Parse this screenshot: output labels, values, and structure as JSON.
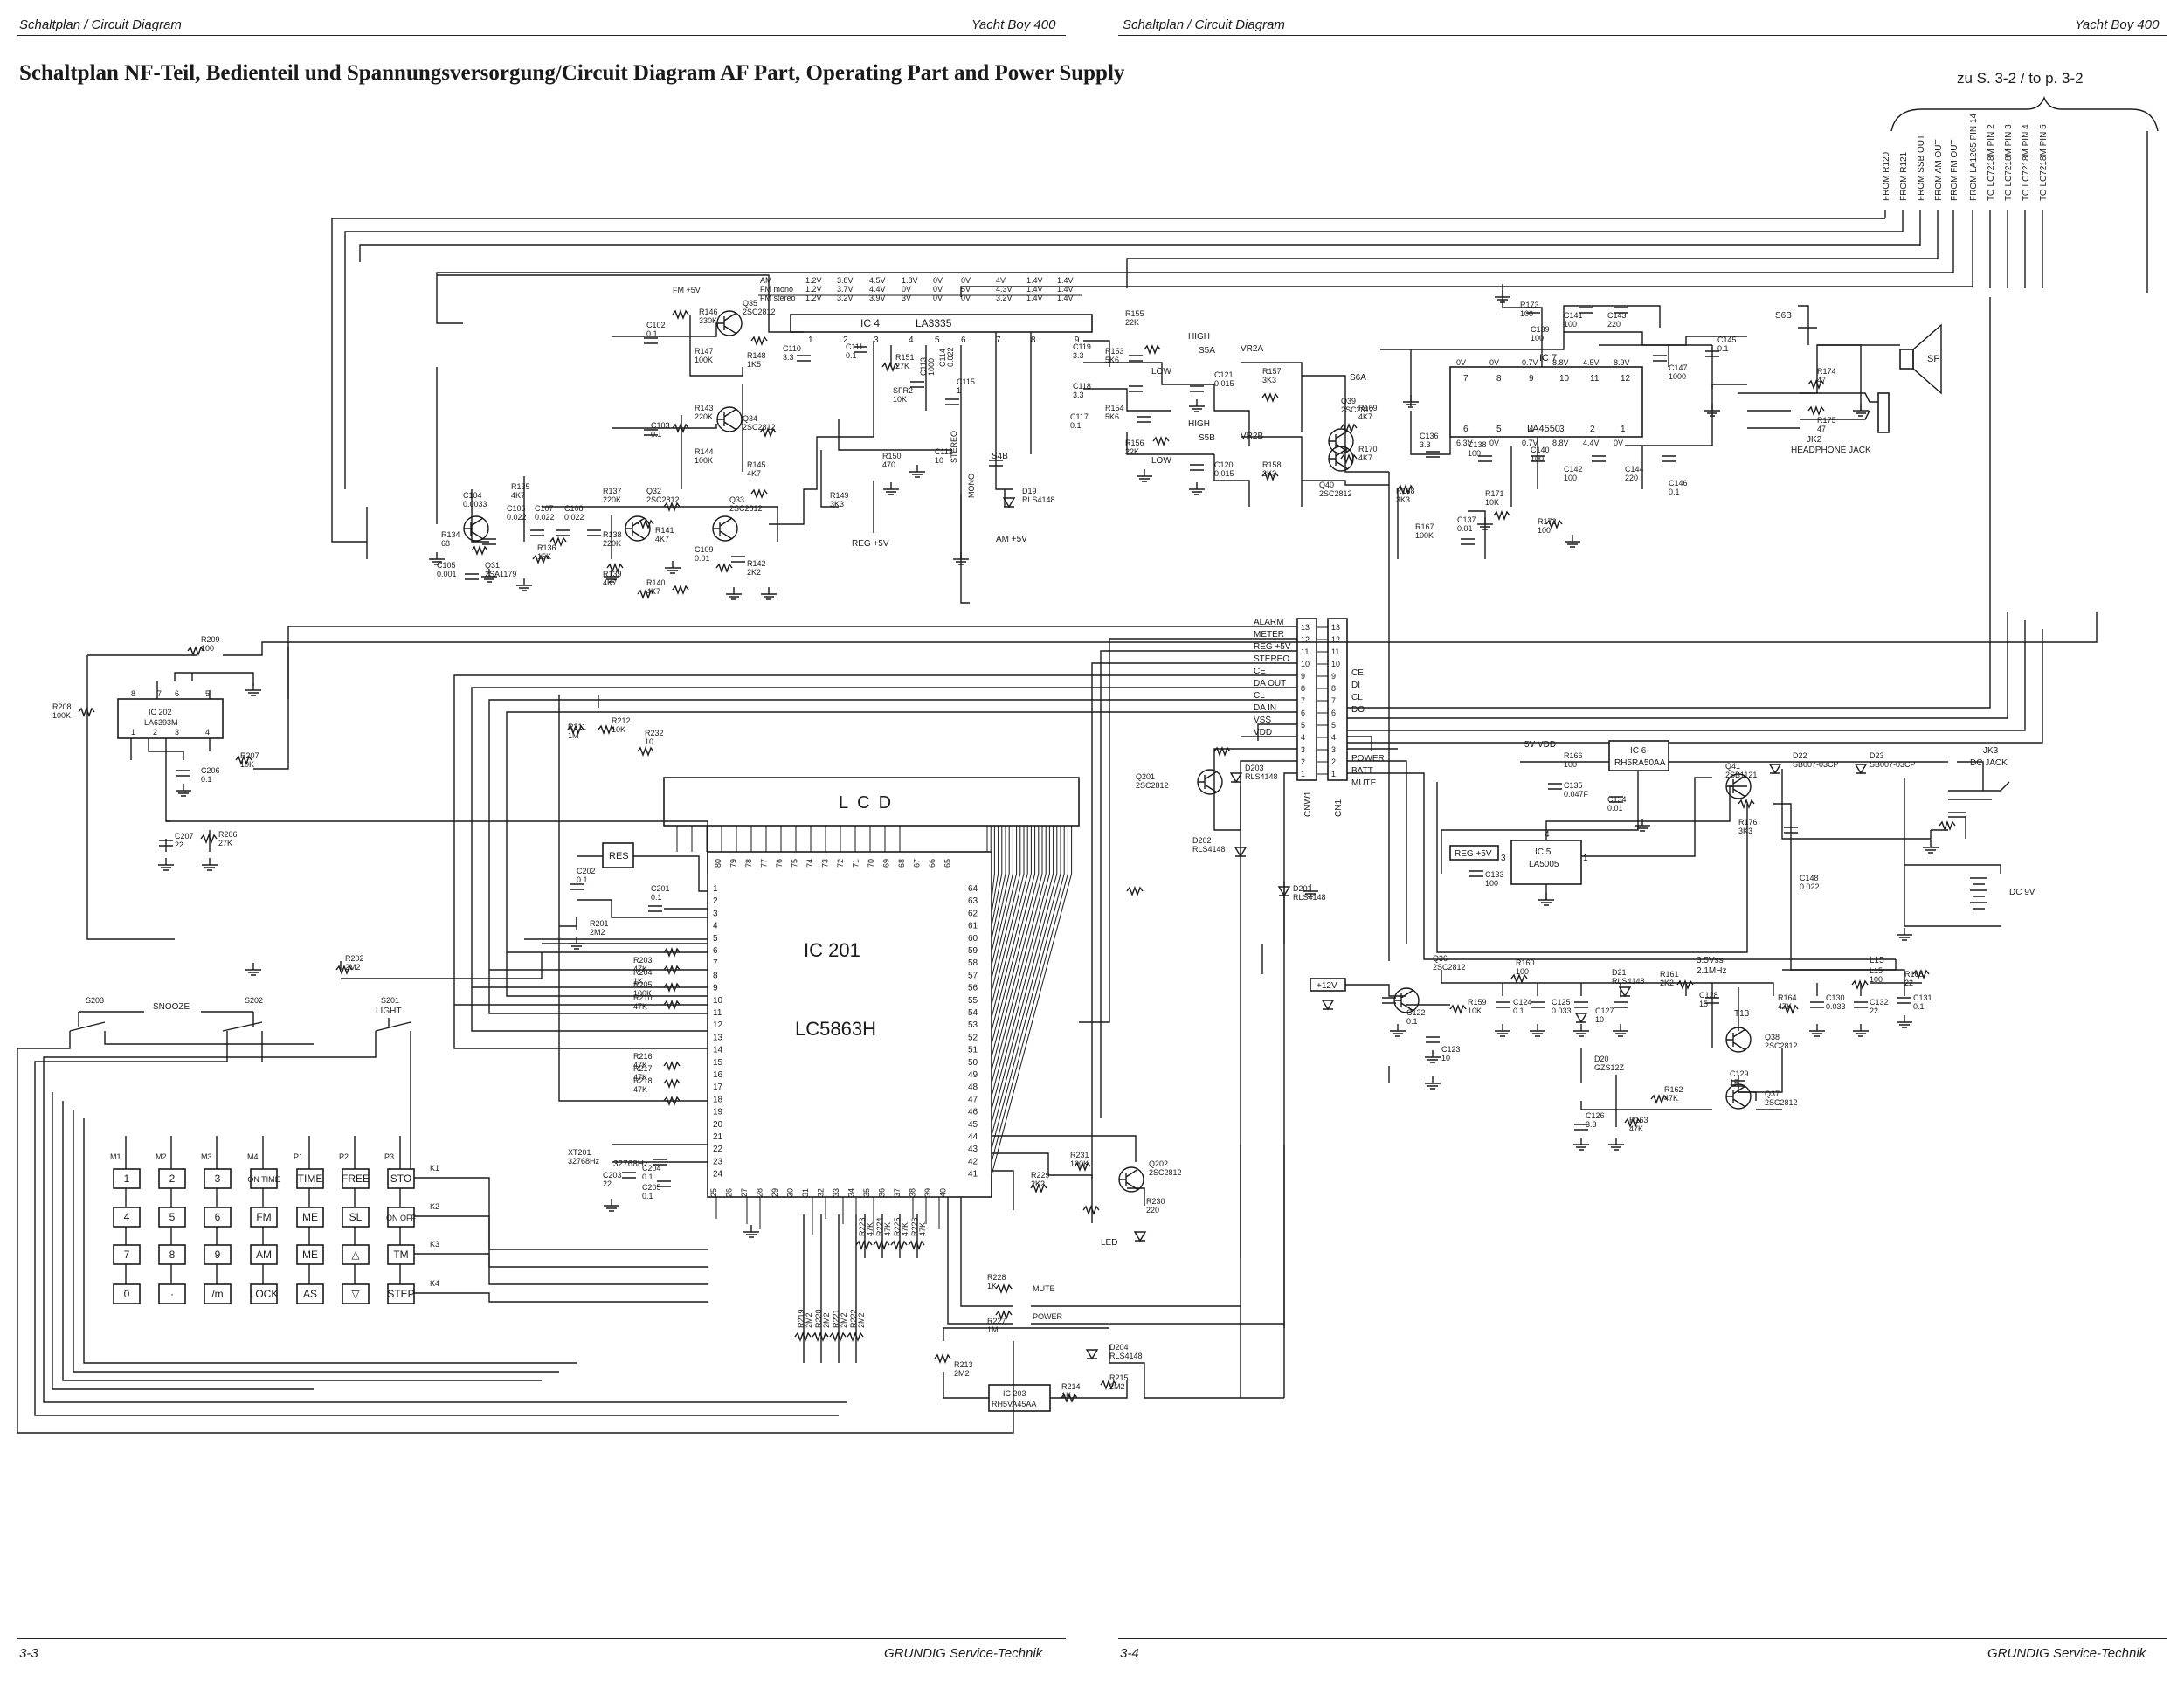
{
  "header": {
    "left_title": "Schaltplan / Circuit Diagram",
    "left_model": "Yacht Boy 400",
    "right_title": "Schaltplan / Circuit Diagram",
    "right_model": "Yacht Boy 400"
  },
  "title": "Schaltplan NF-Teil, Bedienteil und Spannungsversorgung/Circuit Diagram AF Part, Operating Part and Power Supply",
  "page_ref": "zu S. 3-2 / to p. 3-2",
  "footer": {
    "left_page": "3-3",
    "left_brand": "GRUNDIG Service-Technik",
    "right_page": "3-4",
    "right_brand": "GRUNDIG Service-Technik"
  },
  "rotated_refs": [
    "FROM R120",
    "FROM R121",
    "FROM SSB OUT",
    "FROM AM OUT",
    "FROM FM OUT",
    "FROM LA1265 PIN 14",
    "TO LC7218M PIN 2",
    "TO LC7218M PIN 3",
    "TO LC7218M PIN 4",
    "TO LC7218M PIN 5"
  ],
  "ic4": {
    "name": "IC 4",
    "part": "LA3335",
    "row_labels": [
      "AM",
      "FM mono",
      "FM stereo"
    ],
    "voltages": [
      [
        "1.2V",
        "3.8V",
        "4.5V",
        "1.8V",
        "0V",
        "0V",
        "4V",
        "1.4V",
        "1.4V"
      ],
      [
        "1.2V",
        "3.7V",
        "4.4V",
        "0V",
        "0V",
        "5V",
        "4.3V",
        "1.4V",
        "1.4V"
      ],
      [
        "1.2V",
        "3.2V",
        "3.9V",
        "3V",
        "0V",
        "0V",
        "3.2V",
        "1.4V",
        "1.4V"
      ]
    ],
    "pins": [
      "1",
      "2",
      "3",
      "4",
      "5",
      "6",
      "7",
      "8",
      "9"
    ]
  },
  "ic7": {
    "name": "IC 7",
    "part": "LA4550",
    "top_pins": [
      "7",
      "8",
      "9",
      "10",
      "11",
      "12"
    ],
    "bottom_pins": [
      "6",
      "5",
      "4",
      "3",
      "2",
      "1"
    ],
    "top_volts": [
      "0V",
      "0V",
      "0.7V",
      "8.8V",
      "4.5V",
      "8.9V"
    ],
    "bottom_volts": [
      "6.3V",
      "0V",
      "0.7V",
      "8.8V",
      "4.4V",
      "0V"
    ]
  },
  "ic201": {
    "name": "IC 201",
    "part": "LC5863H",
    "left_pins": [
      "1",
      "2",
      "3",
      "4",
      "5",
      "6",
      "7",
      "8",
      "9",
      "10",
      "11",
      "12",
      "13",
      "14",
      "15",
      "16",
      "17",
      "18",
      "19",
      "20",
      "21",
      "22",
      "23",
      "24"
    ],
    "right_pins": [
      "64",
      "63",
      "62",
      "61",
      "60",
      "59",
      "58",
      "57",
      "56",
      "55",
      "54",
      "53",
      "52",
      "51",
      "50",
      "49",
      "48",
      "47",
      "46",
      "45",
      "44",
      "43",
      "42",
      "41"
    ],
    "top_pins": [
      "80",
      "79",
      "78",
      "77",
      "76",
      "75",
      "74",
      "73",
      "72",
      "71",
      "70",
      "69",
      "68",
      "67",
      "66",
      "65"
    ],
    "bottom_pins": [
      "25",
      "26",
      "27",
      "28",
      "29",
      "30",
      "31",
      "32",
      "33",
      "34",
      "35",
      "36",
      "37",
      "38",
      "39",
      "40"
    ]
  },
  "lcd_label": "LCD",
  "res_label": "RES",
  "ic202": {
    "name": "IC 202",
    "part": "LA6393M",
    "top_pins": [
      "8",
      "7",
      "6",
      "5"
    ],
    "bottom_pins": [
      "1",
      "2",
      "3",
      "4"
    ]
  },
  "ic203": {
    "name": "IC 203",
    "part": "RH5VA45AA"
  },
  "ic5": {
    "name": "IC 5",
    "part": "LA5005",
    "pins": [
      "3",
      "4",
      "1"
    ]
  },
  "ic6": {
    "name": "IC 6",
    "part": "RH5RA50AA"
  },
  "connector": {
    "cn1_label": "CN1",
    "cnw1_label": "CNW1",
    "pins": [
      "13",
      "12",
      "11",
      "10",
      "9",
      "8",
      "7",
      "6",
      "5",
      "4",
      "3",
      "2",
      "1"
    ],
    "left_signals": [
      "ALARM",
      "METER",
      "REG +5V",
      "STEREO",
      "CE",
      "DA OUT",
      "CL",
      "DA IN",
      "VSS",
      "VDD"
    ],
    "right_signals": [
      "CE",
      "DI",
      "CL",
      "DO",
      "POWER",
      "BATT",
      "MUTE"
    ]
  },
  "rail_labels": {
    "fm5v": "FM +5V",
    "reg5v": "REG +5V",
    "am5v": "AM +5V",
    "reg5v_box": "REG +5V",
    "v12": "+12V",
    "vdd": "5V  VDD",
    "dc9v": "DC 9V",
    "osc": "3.5Vss",
    "freq": "2.1MHz"
  },
  "switches": {
    "high": "HIGH",
    "low": "LOW",
    "s5a": "S5A",
    "s5b": "S5B",
    "s6a": "S6A",
    "s6b": "S6B",
    "s4b": "S4B",
    "vr2a": "VR2A",
    "vr2b": "VR2B",
    "snooze": "SNOOZE",
    "light": "LIGHT",
    "s203": "S203",
    "s202": "S202",
    "s201": "S201"
  },
  "jacks": {
    "sp": "SP",
    "jk2": "JK2",
    "jk2_name": "HEADPHONE JACK",
    "jk3": "JK3",
    "jk3_name": "DC JACK"
  },
  "keypad": {
    "col_labels": [
      "M1",
      "M2",
      "M3",
      "M4",
      "P1",
      "P2",
      "P3"
    ],
    "row_labels": [
      "K1",
      "K2",
      "K3",
      "K4"
    ],
    "rows": [
      [
        "1",
        "2",
        "3",
        "ON TIME",
        "TIME",
        "FREE",
        "STO"
      ],
      [
        "4",
        "5",
        "6",
        "FM",
        "ME",
        "SL",
        "ON OFF"
      ],
      [
        "7",
        "8",
        "9",
        "AM",
        "ME",
        "△",
        "TM"
      ],
      [
        "0",
        "·",
        "/m",
        "LOCK",
        "AS",
        "▽",
        "STEP"
      ]
    ]
  },
  "aux_labels": {
    "mute": "MUTE",
    "power": "POWER",
    "stereo": "STEREO",
    "mono": "MONO",
    "led": "LED",
    "xtal": "32768Hz",
    "t13": "T13",
    "l15": "L15"
  },
  "components": [
    {
      "id": "c102",
      "ref": "C102",
      "val": "0.1"
    },
    {
      "id": "r146",
      "ref": "R146",
      "val": "330K"
    },
    {
      "id": "q35",
      "ref": "Q35",
      "val": "2SC2812"
    },
    {
      "id": "r147",
      "ref": "R147",
      "val": "100K"
    },
    {
      "id": "r148",
      "ref": "R148",
      "val": "1K5"
    },
    {
      "id": "c110",
      "ref": "C110",
      "val": "3.3"
    },
    {
      "id": "c111",
      "ref": "C111",
      "val": "0.1"
    },
    {
      "id": "r151",
      "ref": "R151",
      "val": "27K"
    },
    {
      "id": "vr1",
      "ref": "SFR2",
      "val": "10K"
    },
    {
      "id": "c113",
      "ref": "C113",
      "val": "1000"
    },
    {
      "id": "c114",
      "ref": "C114",
      "val": "0.022"
    },
    {
      "id": "c115",
      "ref": "C115",
      "val": "1"
    },
    {
      "id": "c103",
      "ref": "C103",
      "val": "0.1"
    },
    {
      "id": "r143",
      "ref": "R143",
      "val": "220K"
    },
    {
      "id": "q34",
      "ref": "Q34",
      "val": "2SC2812"
    },
    {
      "id": "r144",
      "ref": "R144",
      "val": "100K"
    },
    {
      "id": "r145",
      "ref": "R145",
      "val": "4K7"
    },
    {
      "id": "r150",
      "ref": "R150",
      "val": "470"
    },
    {
      "id": "c112",
      "ref": "C112",
      "val": "10"
    },
    {
      "id": "d19",
      "ref": "D19",
      "val": "RLS4148"
    },
    {
      "id": "r135",
      "ref": "R135",
      "val": "4K7"
    },
    {
      "id": "c104",
      "ref": "C104",
      "val": "0.0033"
    },
    {
      "id": "c106",
      "ref": "C106",
      "val": "0.022"
    },
    {
      "id": "c107",
      "ref": "C107",
      "val": "0.022"
    },
    {
      "id": "c108",
      "ref": "C108",
      "val": "0.022"
    },
    {
      "id": "r137",
      "ref": "R137",
      "val": "220K"
    },
    {
      "id": "q32",
      "ref": "Q32",
      "val": "2SC2812"
    },
    {
      "id": "r149",
      "ref": "R149",
      "val": "3K3"
    },
    {
      "id": "r134",
      "ref": "R134",
      "val": "68"
    },
    {
      "id": "q31",
      "ref": "Q31",
      "val": "2SA1179"
    },
    {
      "id": "r136",
      "ref": "R136",
      "val": "15K"
    },
    {
      "id": "r138",
      "ref": "R138",
      "val": "220K"
    },
    {
      "id": "r141",
      "ref": "R141",
      "val": "4K7"
    },
    {
      "id": "q33",
      "ref": "Q33",
      "val": "2SC2812"
    },
    {
      "id": "c105",
      "ref": "C105",
      "val": "0.001"
    },
    {
      "id": "r139",
      "ref": "R139",
      "val": "4K7"
    },
    {
      "id": "r140",
      "ref": "R140",
      "val": "4K7"
    },
    {
      "id": "c109",
      "ref": "C109",
      "val": "0.01"
    },
    {
      "id": "r142",
      "ref": "R142",
      "val": "2K2"
    },
    {
      "id": "r155",
      "ref": "R155",
      "val": "22K"
    },
    {
      "id": "c119",
      "ref": "C119",
      "val": "3.3"
    },
    {
      "id": "r153",
      "ref": "R153",
      "val": "5K6"
    },
    {
      "id": "c121",
      "ref": "C121",
      "val": "0.015"
    },
    {
      "id": "r157",
      "ref": "R157",
      "val": "3K3"
    },
    {
      "id": "c118",
      "ref": "C118",
      "val": "3.3"
    },
    {
      "id": "r154",
      "ref": "R154",
      "val": "5K6"
    },
    {
      "id": "r156",
      "ref": "R156",
      "val": "22K"
    },
    {
      "id": "c117",
      "ref": "C117",
      "val": "0.1"
    },
    {
      "id": "c120",
      "ref": "C120",
      "val": "0.015"
    },
    {
      "id": "r158",
      "ref": "R158",
      "val": "3K3"
    },
    {
      "id": "q39",
      "ref": "Q39",
      "val": "2SC2812"
    },
    {
      "id": "r169",
      "ref": "R169",
      "val": "4K7"
    },
    {
      "id": "c136",
      "ref": "C136",
      "val": "3.3"
    },
    {
      "id": "r170",
      "ref": "R170",
      "val": "4K7"
    },
    {
      "id": "q40",
      "ref": "Q40",
      "val": "2SC2812"
    },
    {
      "id": "r168",
      "ref": "R168",
      "val": "3K3"
    },
    {
      "id": "r173",
      "ref": "R173",
      "val": "100"
    },
    {
      "id": "c141",
      "ref": "C141",
      "val": "100"
    },
    {
      "id": "c143",
      "ref": "C143",
      "val": "220"
    },
    {
      "id": "c139",
      "ref": "C139",
      "val": "100"
    },
    {
      "id": "c145",
      "ref": "C145",
      "val": "0.1"
    },
    {
      "id": "c147",
      "ref": "C147",
      "val": "1000"
    },
    {
      "id": "c138",
      "ref": "C138",
      "val": "100"
    },
    {
      "id": "c140",
      "ref": "C140",
      "val": "100"
    },
    {
      "id": "c142",
      "ref": "C142",
      "val": "100"
    },
    {
      "id": "c144",
      "ref": "C144",
      "val": "220"
    },
    {
      "id": "c146",
      "ref": "C146",
      "val": "0.1"
    },
    {
      "id": "r171",
      "ref": "R171",
      "val": "10K"
    },
    {
      "id": "r172",
      "ref": "R172",
      "val": "100"
    },
    {
      "id": "r167",
      "ref": "R167",
      "val": "100K"
    },
    {
      "id": "c137",
      "ref": "C137",
      "val": "0.01"
    },
    {
      "id": "r174",
      "ref": "R174",
      "val": "47"
    },
    {
      "id": "r175",
      "ref": "R175",
      "val": "47"
    },
    {
      "id": "r209",
      "ref": "R209",
      "val": "100"
    },
    {
      "id": "r208",
      "ref": "R208",
      "val": "100K"
    },
    {
      "id": "c206",
      "ref": "C206",
      "val": "0.1"
    },
    {
      "id": "r207",
      "ref": "R207",
      "val": "10K"
    },
    {
      "id": "c207",
      "ref": "C207",
      "val": "22"
    },
    {
      "id": "r206",
      "ref": "R206",
      "val": "27K"
    },
    {
      "id": "r211",
      "ref": "R211",
      "val": "1M"
    },
    {
      "id": "r212",
      "ref": "R212",
      "val": "10K"
    },
    {
      "id": "r232",
      "ref": "R232",
      "val": "10"
    },
    {
      "id": "c202",
      "ref": "C202",
      "val": "0.1"
    },
    {
      "id": "c201",
      "ref": "C201",
      "val": "0.1"
    },
    {
      "id": "r201",
      "ref": "R201",
      "val": "2M2"
    },
    {
      "id": "r202",
      "ref": "R202",
      "val": "2M2"
    },
    {
      "id": "r203",
      "ref": "R203",
      "val": "47K"
    },
    {
      "id": "r204",
      "ref": "R204",
      "val": "1K"
    },
    {
      "id": "r205",
      "ref": "R205",
      "val": "100K"
    },
    {
      "id": "r210",
      "ref": "R210",
      "val": "47K"
    },
    {
      "id": "r216",
      "ref": "R216",
      "val": "47K"
    },
    {
      "id": "r217",
      "ref": "R217",
      "val": "47K"
    },
    {
      "id": "r218",
      "ref": "R218",
      "val": "47K"
    },
    {
      "id": "xt201",
      "ref": "XT201",
      "val": "32768Hz"
    },
    {
      "id": "c203",
      "ref": "C203",
      "val": "22"
    },
    {
      "id": "c204",
      "ref": "C204",
      "val": "0.1"
    },
    {
      "id": "c205",
      "ref": "C205",
      "val": "0.1"
    },
    {
      "id": "r231",
      "ref": "R231",
      "val": "100K"
    },
    {
      "id": "r229",
      "ref": "R229",
      "val": "2K2"
    },
    {
      "id": "q202",
      "ref": "Q202",
      "val": "2SC2812"
    },
    {
      "id": "r230",
      "ref": "R230",
      "val": "220"
    },
    {
      "id": "r228",
      "ref": "R228",
      "val": "1K"
    },
    {
      "id": "r227",
      "ref": "R227",
      "val": "1M"
    },
    {
      "id": "r213",
      "ref": "R213",
      "val": "2M2"
    },
    {
      "id": "r214",
      "ref": "R214",
      "val": "1K"
    },
    {
      "id": "d204",
      "ref": "D204",
      "val": "RLS4148"
    },
    {
      "id": "r215",
      "ref": "R215",
      "val": "2M2"
    },
    {
      "id": "q201",
      "ref": "Q201",
      "val": "2SC2812"
    },
    {
      "id": "d203",
      "ref": "D203",
      "val": "RLS4148"
    },
    {
      "id": "d202",
      "ref": "D202",
      "val": "RLS4148"
    },
    {
      "id": "d201",
      "ref": "D201",
      "val": "RLS4148"
    },
    {
      "id": "r166",
      "ref": "R166",
      "val": "100"
    },
    {
      "id": "c135",
      "ref": "C135",
      "val": "0.047F"
    },
    {
      "id": "c134",
      "ref": "C134",
      "val": "0.01"
    },
    {
      "id": "q41",
      "ref": "Q41",
      "val": "2SB1121"
    },
    {
      "id": "d22",
      "ref": "D22",
      "val": "SB007-03CP"
    },
    {
      "id": "d23",
      "ref": "D23",
      "val": "SB007-03CP"
    },
    {
      "id": "r176",
      "ref": "R176",
      "val": "3K3"
    },
    {
      "id": "c133",
      "ref": "C133",
      "val": "100"
    },
    {
      "id": "c148",
      "ref": "C148",
      "val": "0.022"
    },
    {
      "id": "q36",
      "ref": "Q36",
      "val": "2SC2812"
    },
    {
      "id": "r160",
      "ref": "R160",
      "val": "100"
    },
    {
      "id": "d21",
      "ref": "D21",
      "val": "RLS4148"
    },
    {
      "id": "r161",
      "ref": "R161",
      "val": "2K2"
    },
    {
      "id": "c122",
      "ref": "C122",
      "val": "0.1"
    },
    {
      "id": "r159",
      "ref": "R159",
      "val": "10K"
    },
    {
      "id": "c124",
      "ref": "C124",
      "val": "0.1"
    },
    {
      "id": "c125",
      "ref": "C125",
      "val": "0.033"
    },
    {
      "id": "c127",
      "ref": "C127",
      "val": "10"
    },
    {
      "id": "c128",
      "ref": "C128",
      "val": "15"
    },
    {
      "id": "r164",
      "ref": "R164",
      "val": "47K"
    },
    {
      "id": "c130",
      "ref": "C130",
      "val": "0.033"
    },
    {
      "id": "c132",
      "ref": "C132",
      "val": "22"
    },
    {
      "id": "c131",
      "ref": "C131",
      "val": "0.1"
    },
    {
      "id": "r165",
      "ref": "R165",
      "val": "22"
    },
    {
      "id": "l15",
      "ref": "L15",
      "val": "100"
    },
    {
      "id": "c123",
      "ref": "C123",
      "val": "10"
    },
    {
      "id": "d20",
      "ref": "D20",
      "val": "GZS12Z"
    },
    {
      "id": "q38",
      "ref": "Q38",
      "val": "2SC2812"
    },
    {
      "id": "c129",
      "ref": "C129",
      "val": "15"
    },
    {
      "id": "r162",
      "ref": "R162",
      "val": "47K"
    },
    {
      "id": "q37",
      "ref": "Q37",
      "val": "2SC2812"
    },
    {
      "id": "c126",
      "ref": "C126",
      "val": "3.3"
    },
    {
      "id": "r163",
      "ref": "R163",
      "val": "47K"
    },
    {
      "id": "r219",
      "ref": "R219",
      "val": "2M2"
    },
    {
      "id": "r220",
      "ref": "R220",
      "val": "2M2"
    },
    {
      "id": "r221",
      "ref": "R221",
      "val": "2M2"
    },
    {
      "id": "r222",
      "ref": "R222",
      "val": "2M2"
    },
    {
      "id": "r223",
      "ref": "R223",
      "val": "47K"
    },
    {
      "id": "r224",
      "ref": "R224",
      "val": "47K"
    },
    {
      "id": "r225",
      "ref": "R225",
      "val": "47K"
    },
    {
      "id": "r226",
      "ref": "R226",
      "val": "47K"
    }
  ]
}
